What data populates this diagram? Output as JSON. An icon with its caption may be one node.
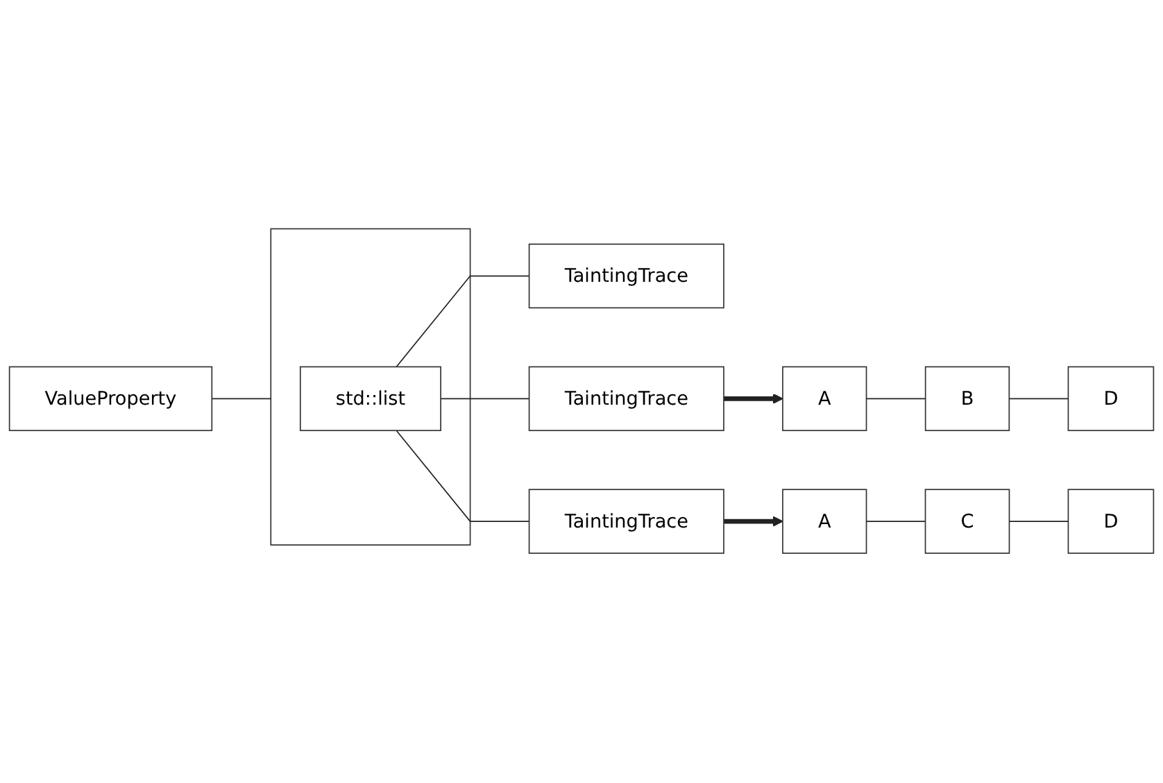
{
  "diagram": {
    "nodes": [
      {
        "text": [
          "ValueProperty"
        ]
      },
      {
        "text": [],
        "shape": "box"
      },
      {
        "text": [
          "std::list"
        ],
        "in": 1
      },
      {
        "text": [
          "TaintingTrace"
        ]
      },
      {
        "text": [
          "TaintingTrace"
        ]
      },
      {
        "text": [
          "TaintingTrace"
        ]
      },
      {
        "text": [
          "A"
        ]
      },
      {
        "text": [
          "B"
        ]
      },
      {
        "text": [
          "D"
        ]
      },
      {
        "text": [
          "A"
        ]
      },
      {
        "text": [
          "C"
        ]
      },
      {
        "text": [
          "D"
        ]
      }
    ],
    "edges": [
      {
        "from": 0,
        "to": 1,
        "arrow": "none"
      },
      {
        "from": 2,
        "to": 3,
        "arrow": "none"
      },
      {
        "from": 2,
        "to": 4,
        "arrow": "none"
      },
      {
        "from": 2,
        "to": 5,
        "arrow": "none"
      },
      {
        "from": 4,
        "to": 6,
        "arrow": "to",
        "style": "thick"
      },
      {
        "from": 6,
        "to": 7,
        "arrow": "none"
      },
      {
        "from": 7,
        "to": 8,
        "arrow": "none"
      },
      {
        "from": 5,
        "to": 9,
        "arrow": "to",
        "style": "thick"
      },
      {
        "from": 9,
        "to": 10,
        "arrow": "none"
      },
      {
        "from": 10,
        "to": 11,
        "arrow": "none"
      }
    ]
  }
}
